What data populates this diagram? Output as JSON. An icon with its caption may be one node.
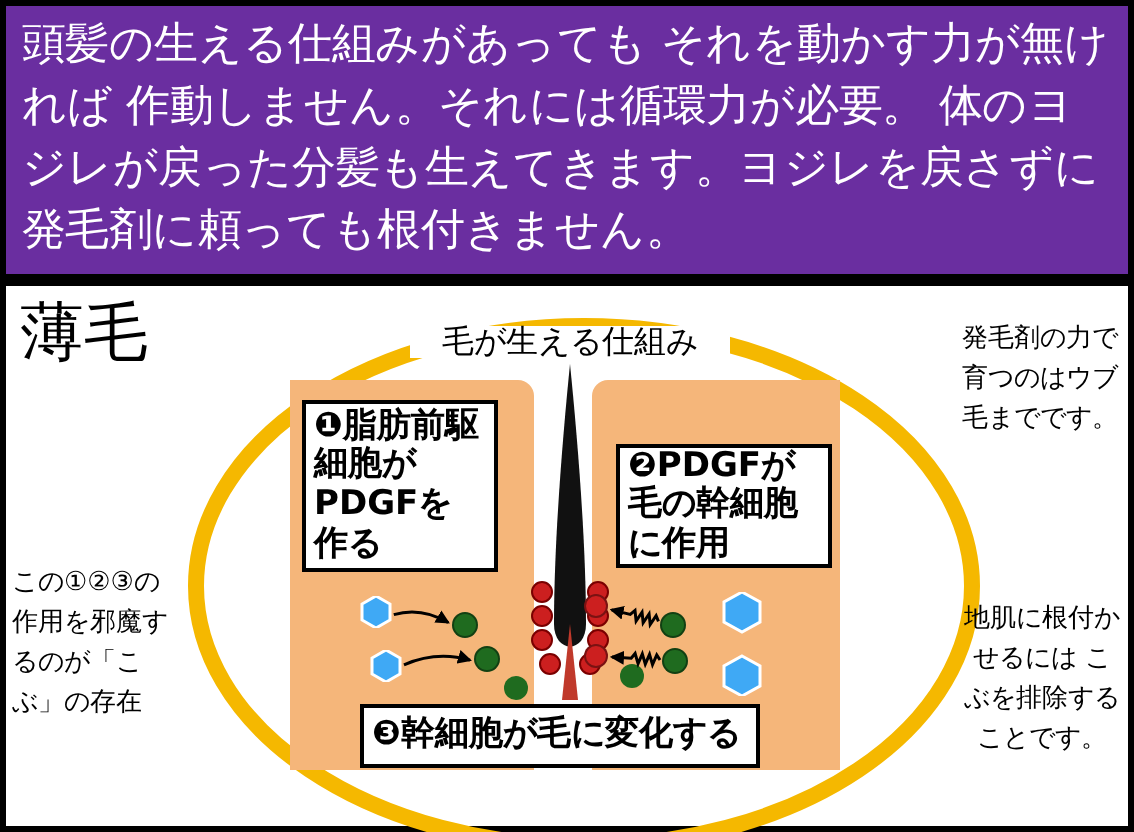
{
  "diagram": {
    "title": "薄毛",
    "nodes": [
      {
        "text": [
          "❶脂肪前駆細胞がPDGFを作る"
        ]
      },
      {
        "text": [
          "❷PDGFが毛の幹細胞に作用"
        ]
      },
      {
        "text": [
          "❸幹細胞が毛に変化する"
        ]
      },
      {
        "text": [],
        "shape": "hexagon"
      },
      {
        "text": [],
        "shape": "hexagon"
      },
      {
        "text": [],
        "shape": "circle"
      },
      {
        "text": [],
        "shape": "circle"
      },
      {
        "text": [],
        "shape": "circle"
      },
      {
        "text": [],
        "shape": "circle"
      },
      {
        "text": [],
        "shape": "circle"
      },
      {
        "text": [],
        "shape": "circle"
      }
    ],
    "edges": [
      {
        "from": 3,
        "to": 5,
        "arrow": "to"
      },
      {
        "from": 4,
        "to": 6,
        "arrow": "to"
      },
      {
        "from": 9,
        "to": 7,
        "arrow": "to"
      },
      {
        "from": 10,
        "to": 8,
        "arrow": "to"
      }
    ],
    "labels": [
      "頭髪の生える仕組みがあっても それを動かす力が無ければ 作動しません。それには循環力が必要。 体のヨジレが戻った分髪も生えてきます。ヨジレを戻さずに発毛剤に頼っても根付きません。",
      "毛が生える仕組み",
      "発毛剤の力で育つのはウブ毛までです。",
      "この①②③の作用を邪魔するのが「こぶ」の存在",
      "地肌に根付かせるには こぶを排除することです。"
    ]
  }
}
